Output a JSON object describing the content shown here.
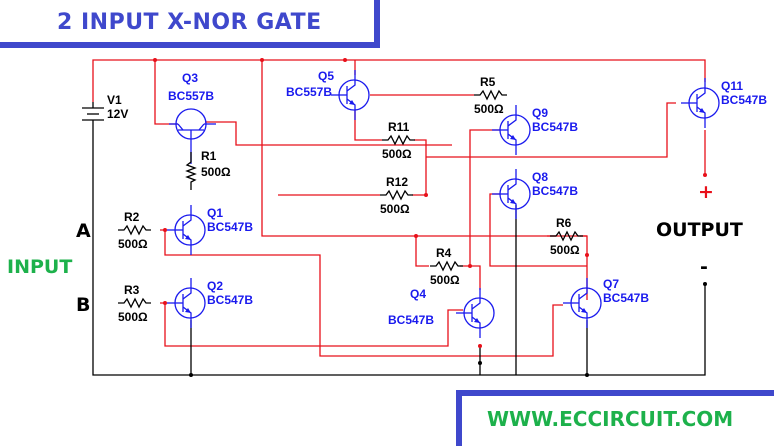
{
  "header": {
    "title": "2 INPUT  X-NOR GATE"
  },
  "footer": {
    "website": "WWW.ECCIRCUIT.COM"
  },
  "labels": {
    "input": "INPUT",
    "input_a": "A",
    "input_b": "B",
    "output": "OUTPUT",
    "output_plus": "+",
    "output_minus": "-"
  },
  "colors": {
    "title": "#3f48cc",
    "website": "#1db14b",
    "input_label": "#1db14b",
    "wire": "#e8101a",
    "component": "#1a1aee",
    "ground_wire": "#000000"
  },
  "source": {
    "name": "V1",
    "value": "12V"
  },
  "transistors": [
    {
      "id": "Q1",
      "model": "BC547B",
      "type": "NPN"
    },
    {
      "id": "Q2",
      "model": "BC547B",
      "type": "NPN"
    },
    {
      "id": "Q3",
      "model": "BC557B",
      "type": "PNP"
    },
    {
      "id": "Q4",
      "model": "BC547B",
      "type": "NPN"
    },
    {
      "id": "Q5",
      "model": "BC557B",
      "type": "PNP"
    },
    {
      "id": "Q7",
      "model": "BC547B",
      "type": "NPN"
    },
    {
      "id": "Q8",
      "model": "BC547B",
      "type": "NPN"
    },
    {
      "id": "Q9",
      "model": "BC547B",
      "type": "NPN"
    },
    {
      "id": "Q11",
      "model": "BC547B",
      "type": "NPN"
    }
  ],
  "resistors": [
    {
      "id": "R1",
      "value": "500Ω"
    },
    {
      "id": "R2",
      "value": "500Ω"
    },
    {
      "id": "R3",
      "value": "500Ω"
    },
    {
      "id": "R4",
      "value": "500Ω"
    },
    {
      "id": "R5",
      "value": "500Ω"
    },
    {
      "id": "R6",
      "value": "500Ω"
    },
    {
      "id": "R11",
      "value": "500Ω"
    },
    {
      "id": "R12",
      "value": "500Ω"
    }
  ]
}
